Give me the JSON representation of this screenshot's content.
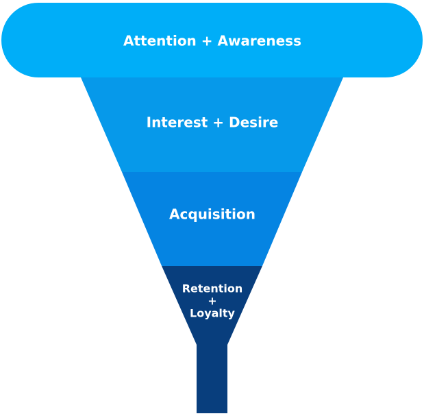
{
  "funnel": {
    "stages": [
      {
        "label": "Attention + Awareness",
        "color": "#00AEF8"
      },
      {
        "label": "Interest + Desire",
        "color": "#0699EA"
      },
      {
        "label": "Acquisition",
        "color": "#0584E2"
      },
      {
        "label_lines": [
          "Retention",
          "+",
          "Loyalty"
        ],
        "color": "#083E7D"
      }
    ]
  }
}
